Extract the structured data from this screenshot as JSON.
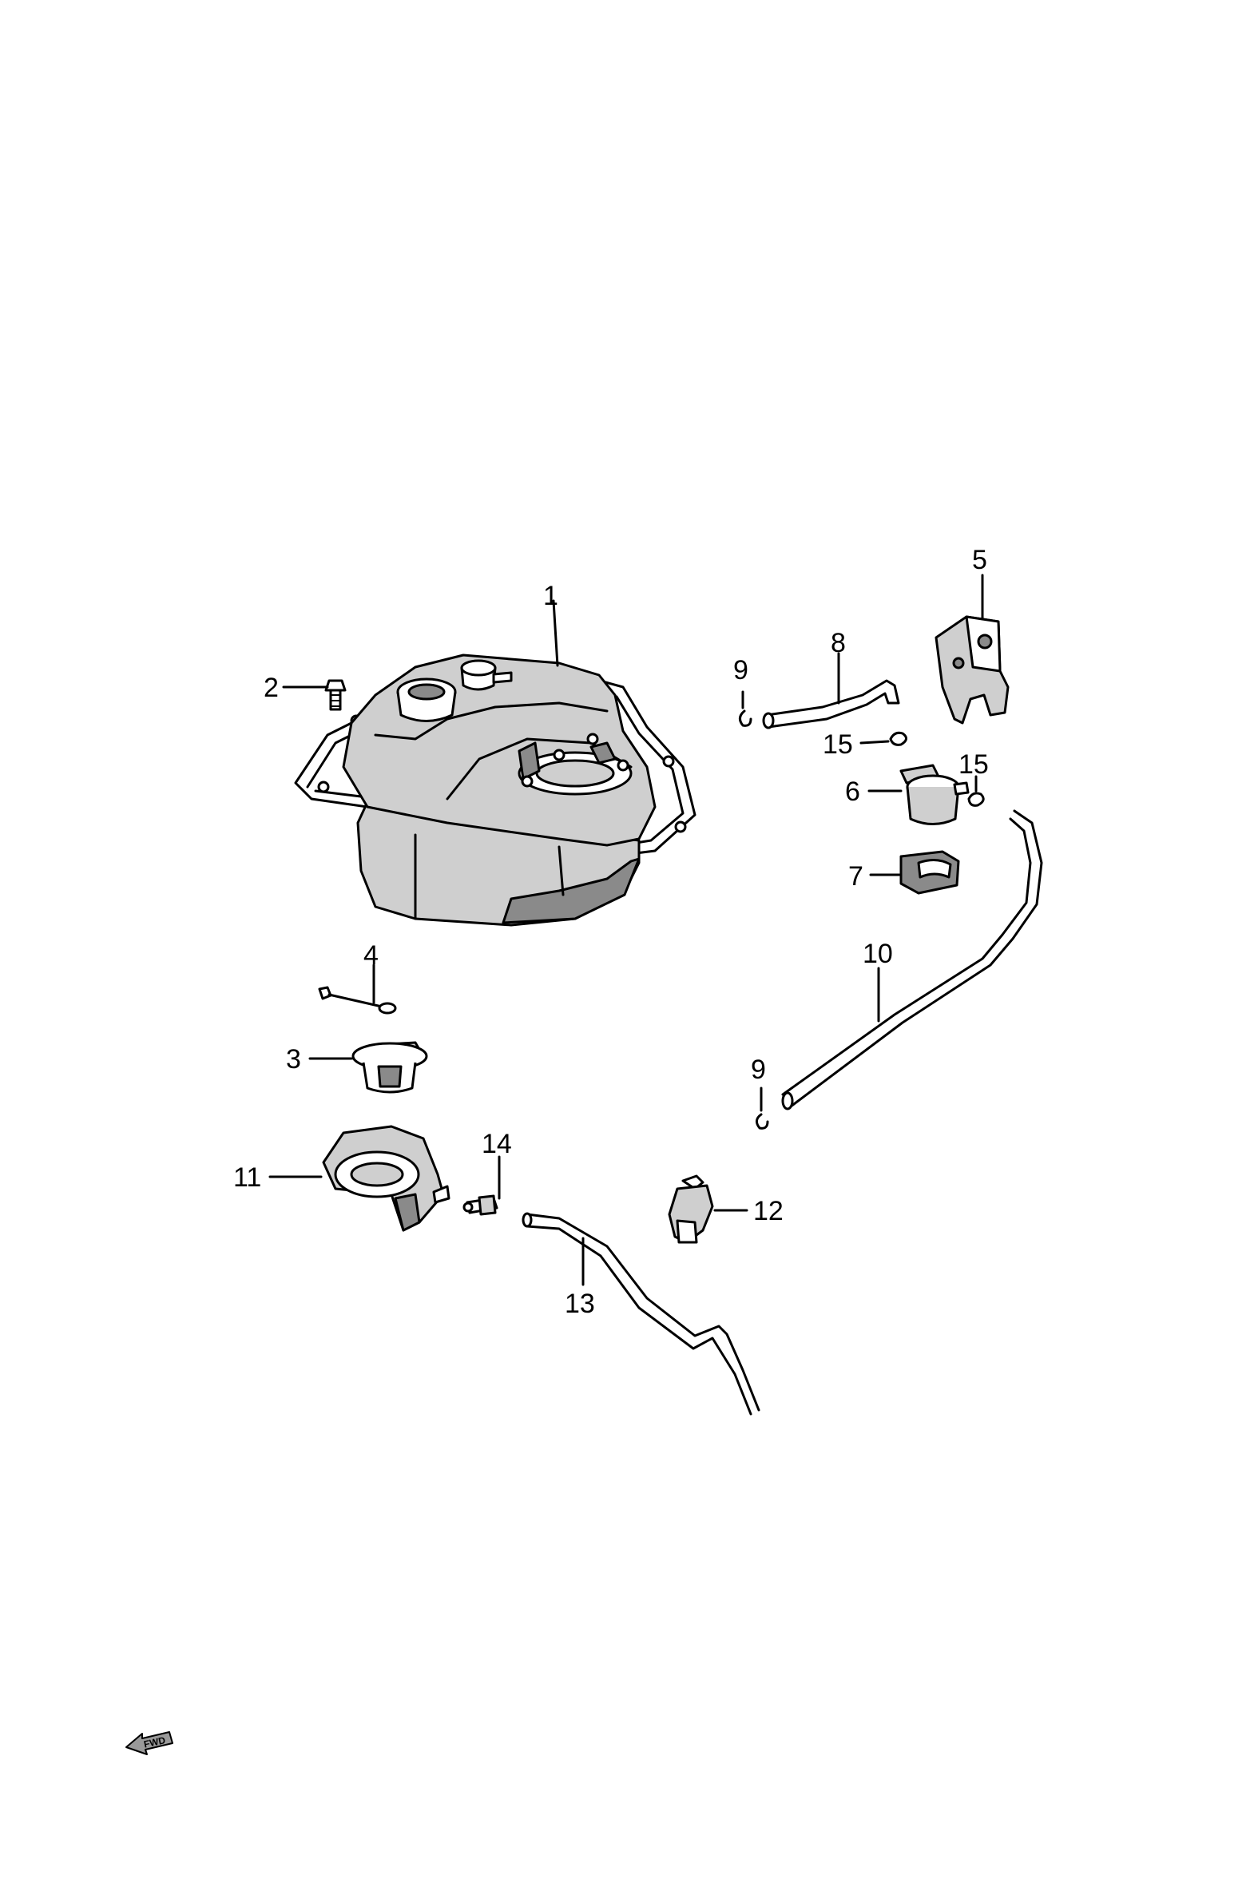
{
  "callouts": {
    "c1": "1",
    "c2": "2",
    "c3": "3",
    "c4": "4",
    "c5": "5",
    "c6": "6",
    "c7": "7",
    "c8": "8",
    "c9a": "9",
    "c9b": "9",
    "c10": "10",
    "c11": "11",
    "c12": "12",
    "c13": "13",
    "c14": "14",
    "c15a": "15",
    "c15b": "15"
  },
  "fwd_label": "FWD"
}
